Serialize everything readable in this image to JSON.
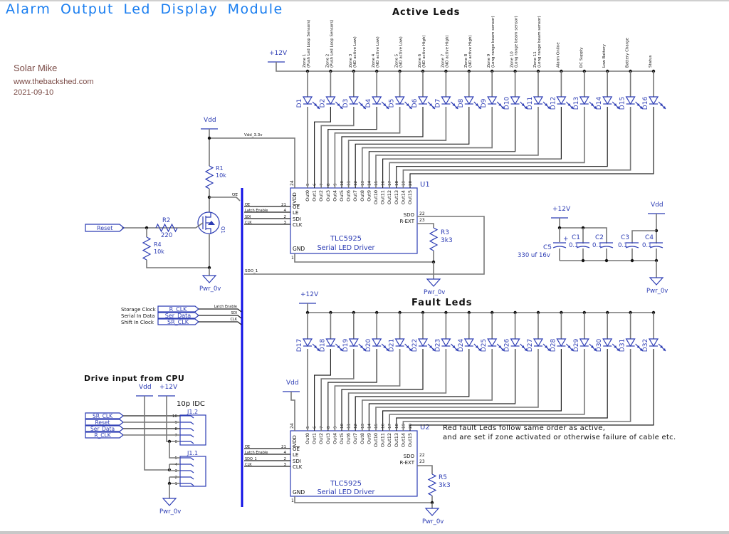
{
  "title": "Alarm Output Led Display Module",
  "author": "Solar Mike",
  "website": "www.thebackshed.com",
  "date": "2021-09-10",
  "colors": {
    "title": "#1a7ef0",
    "symbol": "#2c3cb4",
    "bus": "#1010e6",
    "wire": "#777777",
    "author": "#7a4a45"
  },
  "active_leds": {
    "heading": "Active Leds",
    "supply": "+12V",
    "zone_labels": [
      [
        "Zone 1",
        "(Push Led Loop Sensors)"
      ],
      [
        "Zone 2",
        "(Push Led Loop Sensors)"
      ],
      [
        "Zone 3",
        "(NO active Low)"
      ],
      [
        "Zone 4",
        "(NO active Low)"
      ],
      [
        "Zone 5",
        "(NO active Low)"
      ],
      [
        "Zone 6",
        "(NO active High)"
      ],
      [
        "Zone 7",
        "(NO active High)"
      ],
      [
        "Zone 8",
        "(NO active High)"
      ],
      [
        "Zone 9",
        "(Long range beam sensor)"
      ],
      [
        "Zone 10",
        "(Long range beam sensor)"
      ],
      [
        "Zone 11",
        "(Long range beam sensor)"
      ],
      [
        "Alarm Online",
        ""
      ],
      [
        "DC Supply",
        ""
      ],
      [
        "Low Battery",
        ""
      ],
      [
        "Battery Charge",
        ""
      ],
      [
        "Status",
        ""
      ]
    ],
    "led_refs": [
      "D1",
      "D2",
      "D3",
      "D4",
      "D5",
      "D6",
      "D7",
      "D8",
      "D9",
      "D10",
      "D11",
      "D12",
      "D13",
      "D14",
      "D15",
      "D16"
    ]
  },
  "fault_leds": {
    "heading": "Fault Leds",
    "supply": "+12V",
    "led_refs": [
      "D17",
      "D18",
      "D19",
      "D20",
      "D21",
      "D22",
      "D23",
      "D24",
      "D25",
      "D26",
      "D27",
      "D28",
      "D29",
      "D30",
      "D31",
      "D32"
    ],
    "note_line1": "Red fault Leds follow same order as active,",
    "note_line2": "and are set if zone activated or otherwise failure of cable etc."
  },
  "u1": {
    "ref": "U1",
    "part": "TLC5925",
    "desc": "Serial LED Driver",
    "vdd_pin": "24",
    "gnd_pin": "1",
    "out_pins": [
      "5",
      "6",
      "7",
      "8",
      "9",
      "10",
      "11",
      "12",
      "13",
      "14",
      "15",
      "16",
      "17",
      "18",
      "19",
      "20"
    ],
    "out_names": [
      "Out0",
      "Out1",
      "Out2",
      "Out3",
      "Out4",
      "Out5",
      "Out6",
      "Out7",
      "Out8",
      "Out9",
      "Out10",
      "Out11",
      "Out12",
      "Out13",
      "Out14",
      "Out15"
    ],
    "left_pins": [
      {
        "name": "OE",
        "num": "21",
        "net": "OE"
      },
      {
        "name": "LE",
        "num": "4",
        "net": "Latch Enable"
      },
      {
        "name": "SDI",
        "num": "2",
        "net": "SDI"
      },
      {
        "name": "CLK",
        "num": "3",
        "net": "CLK"
      }
    ],
    "sdo": {
      "name": "SDO",
      "num": "22"
    },
    "rext": {
      "name": "R-EXT",
      "num": "23"
    },
    "vdd_label": "VDD",
    "gnd_label": "GND",
    "vdd_net": "Vdd_3.3v",
    "sdo_net": "SDO_1"
  },
  "u2": {
    "ref": "U2",
    "part": "TLC5925",
    "desc": "Serial LED Driver",
    "vdd_pin": "24",
    "gnd_pin": "1",
    "supply": "Vdd",
    "left_pins": [
      {
        "name": "OE",
        "num": "21",
        "net": "OE"
      },
      {
        "name": "LE",
        "num": "4",
        "net": "Latch Enable"
      },
      {
        "name": "SDI",
        "num": "2",
        "net": "SDO_1"
      },
      {
        "name": "CLK",
        "num": "3",
        "net": "CLK"
      }
    ],
    "sdo": {
      "name": "SDO",
      "num": "22"
    },
    "rext": {
      "name": "R-EXT",
      "num": "23"
    }
  },
  "reset_circuit": {
    "supply": "Vdd",
    "input_port": "Reset",
    "r1": {
      "ref": "R1",
      "value": "10k"
    },
    "r2": {
      "ref": "R2",
      "value": "220"
    },
    "r4": {
      "ref": "R4",
      "value": "10k"
    },
    "q1": {
      "ref": "Q1"
    },
    "oe_net": "OE",
    "ground": "Pwr_0v"
  },
  "r3": {
    "ref": "R3",
    "value": "3k3"
  },
  "r5": {
    "ref": "R5",
    "value": "3k3"
  },
  "decoupling": {
    "supply_12v": "+12V",
    "supply_vdd": "Vdd",
    "c5": {
      "ref": "C5",
      "value": "330 uf 16v"
    },
    "caps": [
      {
        "ref": "C1",
        "value": "0.1"
      },
      {
        "ref": "C2",
        "value": "0.1"
      },
      {
        "ref": "C3",
        "value": "0.1"
      },
      {
        "ref": "C4",
        "value": "0.1"
      }
    ],
    "ground": "Pwr_0v"
  },
  "grounds": {
    "u1": "Pwr_0v",
    "u2": "Pwr_0v"
  },
  "inputs": [
    {
      "desc": "Storage Clock",
      "port": "R_CLK",
      "net": "Latch Enable"
    },
    {
      "desc": "Serial In Data",
      "port": "Ser_Data",
      "net": "SDI"
    },
    {
      "desc": "Shift In Clock",
      "port": "SR_CLK",
      "net": "CLK"
    }
  ],
  "connector": {
    "heading": "Drive input from CPU",
    "type": "10p IDC",
    "supply_vdd": "Vdd",
    "supply_12v": "+12V",
    "ports": [
      "SR_CLK",
      "Reset",
      "Ser_Data",
      "R_CLK"
    ],
    "j12": {
      "ref": "J1.2",
      "pins": [
        "10",
        "9",
        "8",
        "7",
        "6"
      ]
    },
    "j11": {
      "ref": "J1.1",
      "pins": [
        "5",
        "4",
        "3",
        "2",
        "1"
      ]
    },
    "ground": "Pwr_0v"
  }
}
